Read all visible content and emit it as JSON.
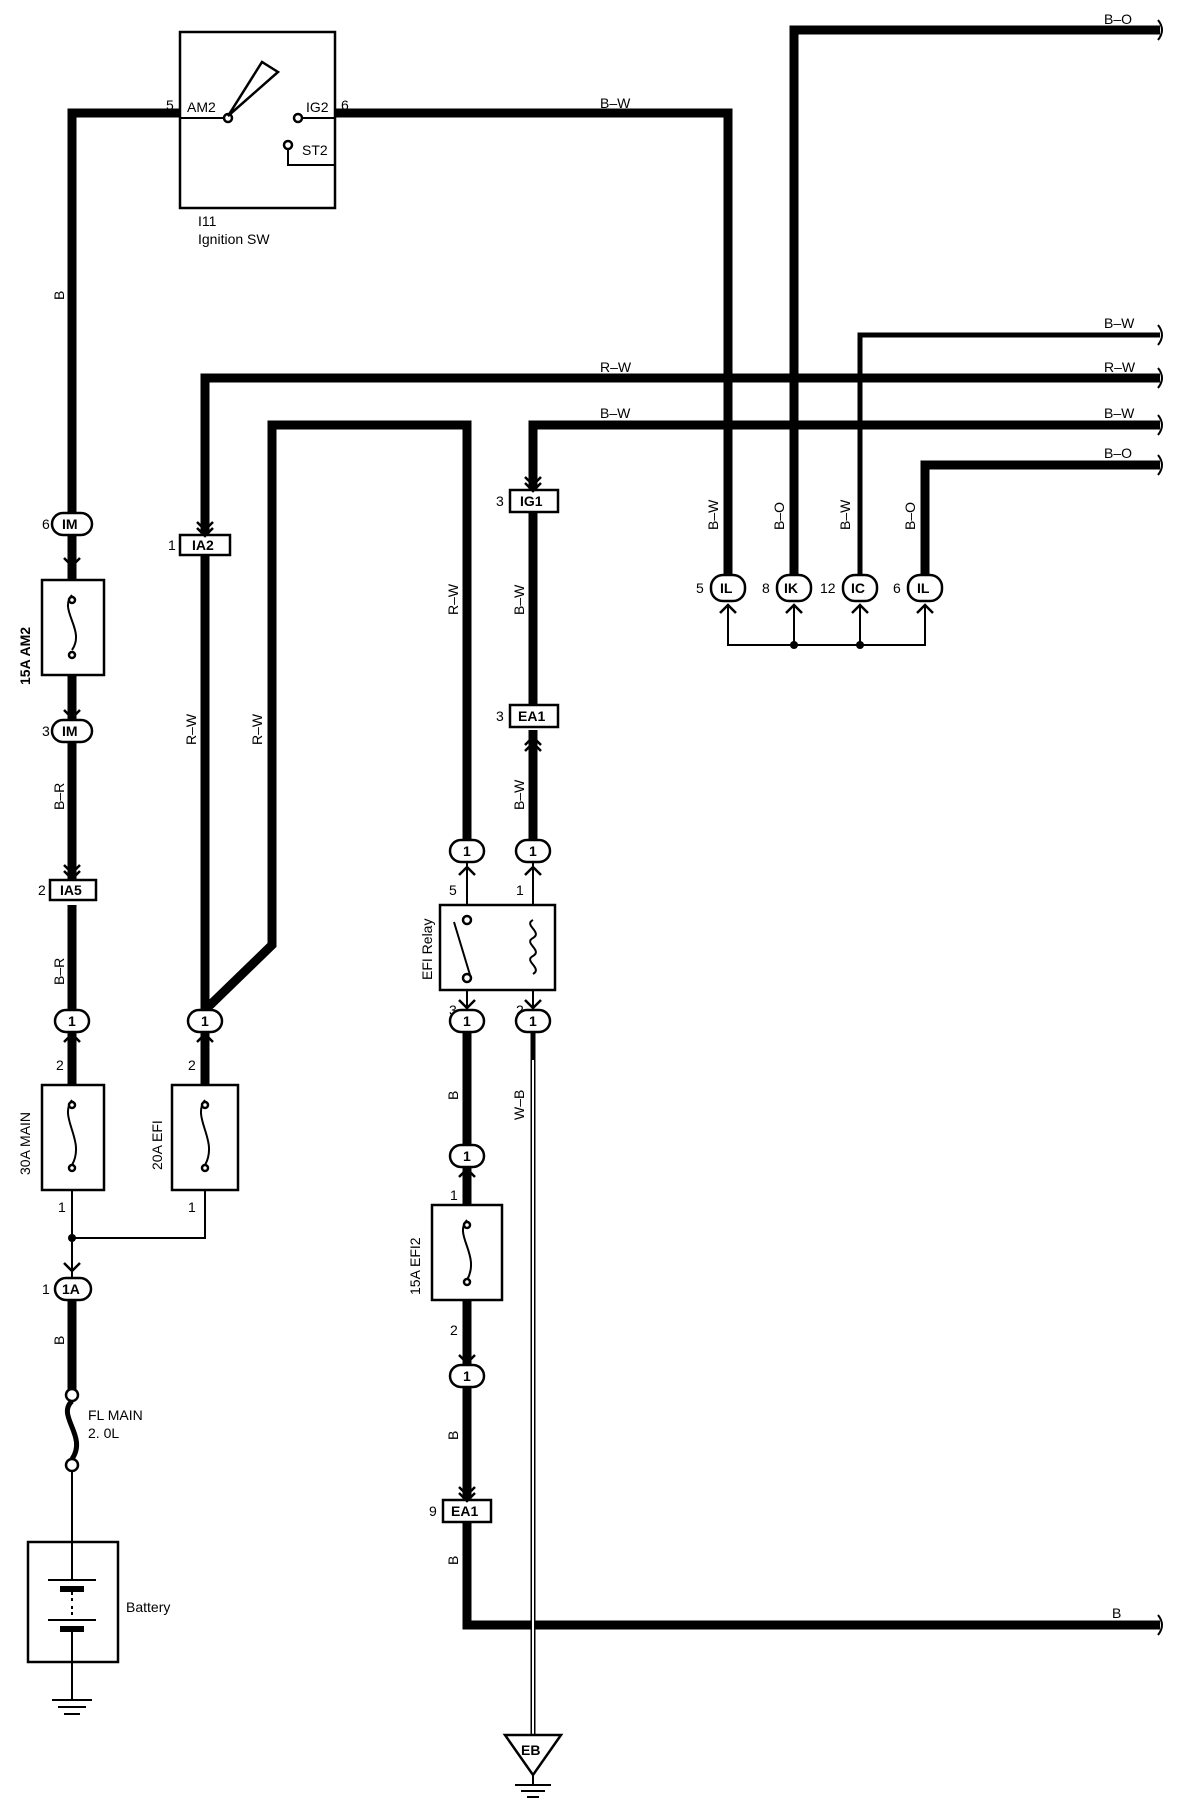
{
  "ignition_switch": {
    "id": "I11",
    "name": "Ignition SW",
    "am2": "AM2",
    "ig2": "IG2",
    "st2": "ST2",
    "pin_am2": "5",
    "pin_ig2": "6"
  },
  "fuses": {
    "am2": {
      "label": "15A AM2"
    },
    "main": {
      "label": "30A MAIN",
      "pin_top": "2",
      "pin_bottom": "1"
    },
    "efi": {
      "label": "20A EFI",
      "pin_top": "2",
      "pin_bottom": "1"
    },
    "efi2": {
      "label": "15A EFI2",
      "pin_top": "1",
      "pin_bottom": "2"
    },
    "fl_main": {
      "line1": "FL MAIN",
      "line2": "2. 0L"
    }
  },
  "relay": {
    "label": "EFI Relay",
    "pin5": "5",
    "pin1": "1",
    "pin3": "3",
    "pin2": "2"
  },
  "battery": {
    "label": "Battery"
  },
  "ground": {
    "label": "EB"
  },
  "connectors": {
    "im_top": {
      "name": "IM",
      "pin": "6"
    },
    "im_bottom": {
      "name": "IM",
      "pin": "3"
    },
    "ia5": {
      "name": "IA5",
      "pin": "2"
    },
    "ia2": {
      "name": "IA2",
      "pin": "1"
    },
    "ig1": {
      "name": "IG1",
      "pin": "3"
    },
    "ea1_top": {
      "name": "EA1",
      "pin": "3"
    },
    "ea1_bottom": {
      "name": "EA1",
      "pin": "9"
    },
    "one_a": {
      "name": "1A",
      "pin": "1"
    },
    "il_left": {
      "name": "IL",
      "pin": "5"
    },
    "ik": {
      "name": "IK",
      "pin": "8"
    },
    "ic": {
      "name": "IC",
      "pin": "12"
    },
    "il_right": {
      "name": "IL",
      "pin": "6"
    },
    "junction_pin": "1"
  },
  "wires": {
    "b": "B",
    "b_r": "B–R",
    "r_w": "R–W",
    "b_w": "B–W",
    "b_o": "B–O",
    "w_b": "W–B"
  }
}
